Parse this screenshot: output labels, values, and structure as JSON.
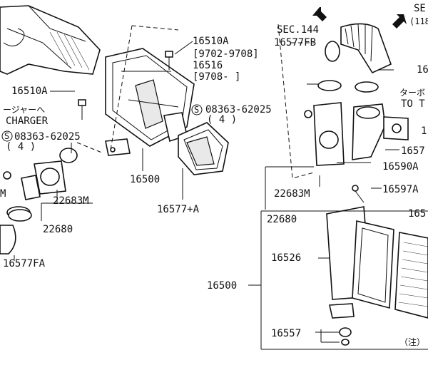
{
  "labels": {
    "p16510a_top": "16510A",
    "date_1": "[9702-9708]",
    "p16516": "16516",
    "date_2": "[9708-      ]",
    "p16510a_left": "16510A",
    "jp_charger": "ージャーへ",
    "charger": "CHARGER",
    "screw_left": "08363-62025",
    "screw_left_qty": "( 4 )",
    "screw_mid": "08363-62025",
    "screw_mid_qty": "( 4 )",
    "p16500_mid": "16500",
    "p16577a": "16577+A",
    "p22683m_left": "22683M",
    "p22680_left": "22680",
    "p16577fa": "16577FA",
    "m_frag": "M",
    "sec144": "SEC.144",
    "p16577fb": "16577FB",
    "se_frag": "SE",
    "se_sub": "(118",
    "p16_frag": "16",
    "jp_turbo": "ターボ",
    "to_t": "TO T",
    "p1657_frag": "1657",
    "p1_frag": "1",
    "p16590a": "16590A",
    "p22683m_right": "22683M",
    "p22680_right": "22680",
    "p16597a": "16597A",
    "p165_frag": "165",
    "p16526": "16526",
    "p16500_right": "16500",
    "p16557": "16557",
    "note": "（注）"
  }
}
